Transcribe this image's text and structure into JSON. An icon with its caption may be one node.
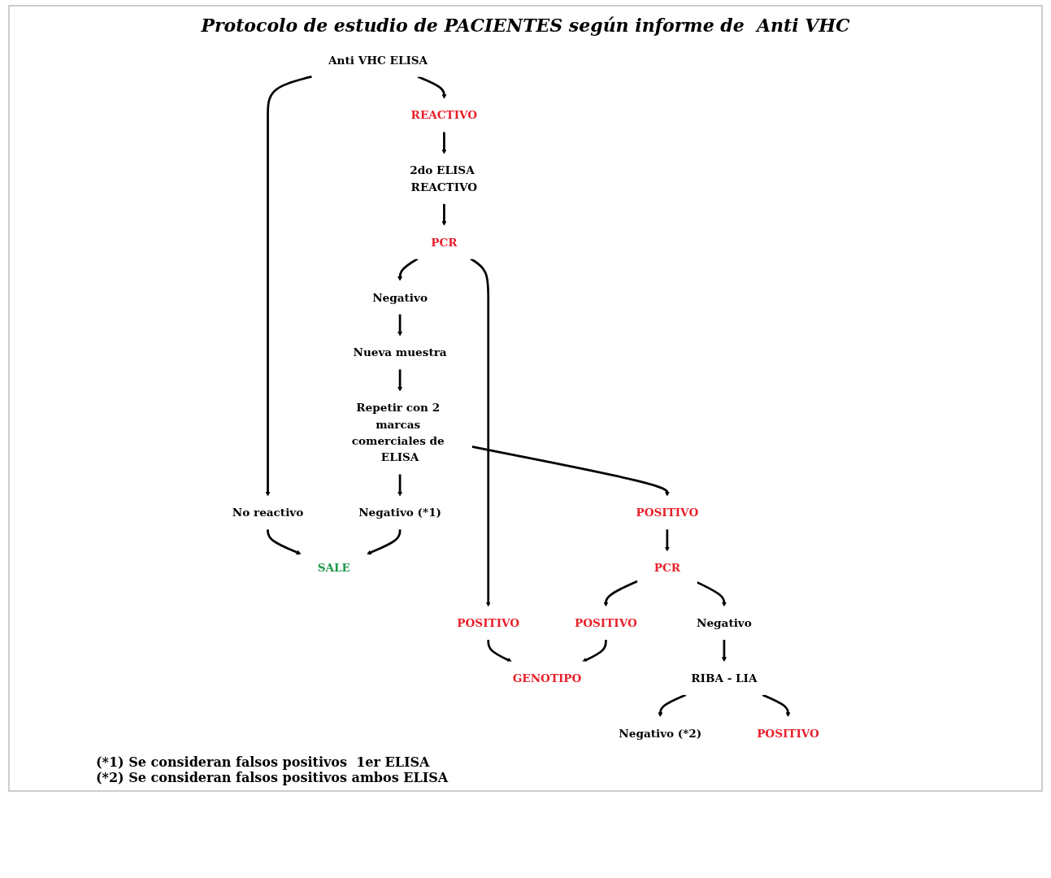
{
  "diagram": {
    "title": "Protocolo de estudio de PACIENTES según informe de  Anti VHC",
    "nodes": [
      {
        "text": [
          "Anti VHC ELISA"
        ]
      },
      {
        "text": [
          "No reactivo"
        ]
      },
      {
        "text": [
          "SALE"
        ]
      },
      {
        "text": [
          "REACTIVO"
        ]
      },
      {
        "text": [
          "2do ELISA REACTIVO"
        ]
      },
      {
        "text": [
          "PCR"
        ]
      },
      {
        "text": [
          "Negativo"
        ]
      },
      {
        "text": [
          "Nueva muestra"
        ]
      },
      {
        "text": [
          "Repetir con 2 marcas comerciales de ELISA"
        ]
      },
      {
        "text": [
          "Negativo (*1)"
        ]
      },
      {
        "text": [
          "POSITIVO"
        ]
      },
      {
        "text": [
          "POSITIVO"
        ]
      },
      {
        "text": [
          "GENOTIPO"
        ]
      },
      {
        "text": [
          "POSITIVO"
        ]
      },
      {
        "text": [
          "PCR"
        ]
      },
      {
        "text": [
          "Negativo"
        ]
      },
      {
        "text": [
          "RIBA - LIA"
        ]
      },
      {
        "text": [
          "Negativo (*2)"
        ]
      },
      {
        "text": [
          "POSITIVO"
        ]
      }
    ],
    "edges": [
      {
        "from": 0,
        "to": 1,
        "arrow": "to"
      },
      {
        "from": 1,
        "to": 2,
        "arrow": "to"
      },
      {
        "from": 0,
        "to": 3,
        "arrow": "to"
      },
      {
        "from": 3,
        "to": 4,
        "arrow": "to"
      },
      {
        "from": 4,
        "to": 5,
        "arrow": "to"
      },
      {
        "from": 5,
        "to": 6,
        "arrow": "to"
      },
      {
        "from": 6,
        "to": 7,
        "arrow": "to"
      },
      {
        "from": 7,
        "to": 8,
        "arrow": "to"
      },
      {
        "from": 8,
        "to": 9,
        "arrow": "to"
      },
      {
        "from": 9,
        "to": 2,
        "arrow": "to"
      },
      {
        "from": 5,
        "to": 10,
        "arrow": "to"
      },
      {
        "from": 8,
        "to": 11,
        "arrow": "to"
      },
      {
        "from": 10,
        "to": 12,
        "arrow": "to"
      },
      {
        "from": 11,
        "to": 14,
        "arrow": "to"
      },
      {
        "from": 14,
        "to": 13,
        "arrow": "to"
      },
      {
        "from": 13,
        "to": 12,
        "arrow": "to"
      },
      {
        "from": 14,
        "to": 15,
        "arrow": "to"
      },
      {
        "from": 15,
        "to": 16,
        "arrow": "to"
      },
      {
        "from": 16,
        "to": 17,
        "arrow": "to"
      },
      {
        "from": 16,
        "to": 18,
        "arrow": "to"
      }
    ],
    "labels": [
      "(*1) Se consideran falsos positivos  1er ELISA",
      "(*2) Se consideran falsos positivos ambos ELISA"
    ]
  }
}
